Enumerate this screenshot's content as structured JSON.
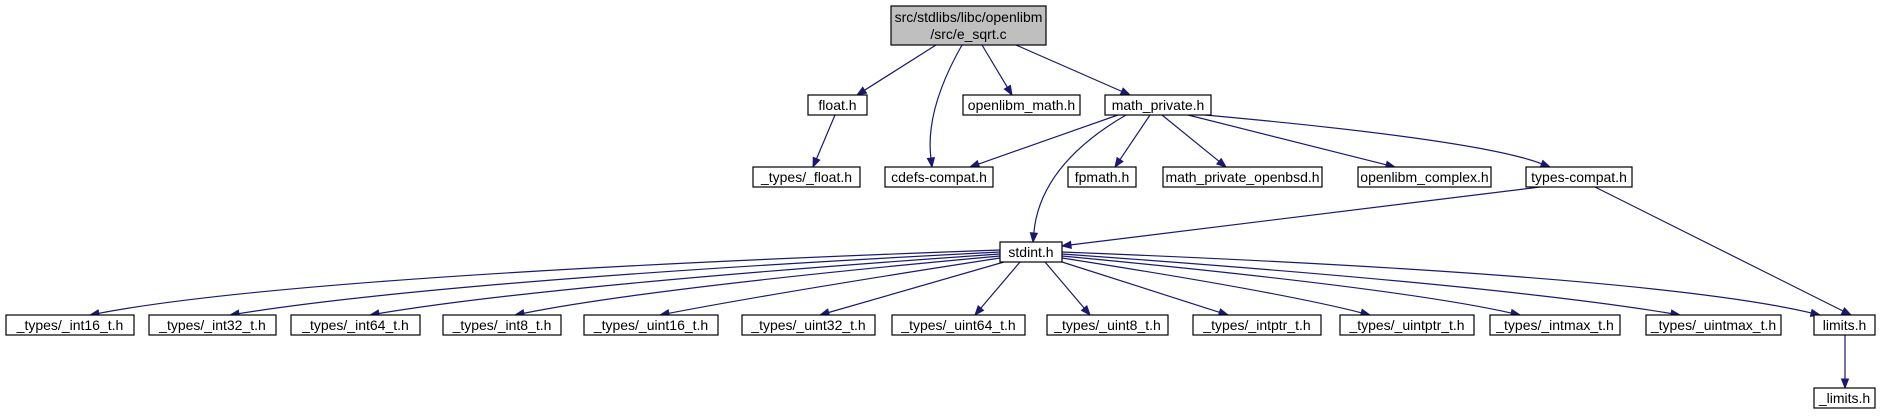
{
  "diagram": {
    "type": "include-dependency-graph",
    "colors": {
      "edge": "#191970",
      "root_fill": "#bfbfbf",
      "node_fill": "#ffffff",
      "node_stroke": "#000000"
    },
    "nodes": [
      {
        "id": "root",
        "lines": [
          "src/stdlibs/libc/openlibm",
          "/src/e_sqrt.c"
        ],
        "root": true
      },
      {
        "id": "float_h",
        "lines": [
          "float.h"
        ]
      },
      {
        "id": "openlibm_math_h",
        "lines": [
          "openlibm_math.h"
        ]
      },
      {
        "id": "math_private_h",
        "lines": [
          "math_private.h"
        ]
      },
      {
        "id": "types_float_h",
        "lines": [
          "_types/_float.h"
        ]
      },
      {
        "id": "cdefs_compat_h",
        "lines": [
          "cdefs-compat.h"
        ]
      },
      {
        "id": "fpmath_h",
        "lines": [
          "fpmath.h"
        ]
      },
      {
        "id": "math_private_openbsd_h",
        "lines": [
          "math_private_openbsd.h"
        ]
      },
      {
        "id": "openlibm_complex_h",
        "lines": [
          "openlibm_complex.h"
        ]
      },
      {
        "id": "types_compat_h",
        "lines": [
          "types-compat.h"
        ]
      },
      {
        "id": "stdint_h",
        "lines": [
          "stdint.h"
        ]
      },
      {
        "id": "int16_t_h",
        "lines": [
          "_types/_int16_t.h"
        ]
      },
      {
        "id": "int32_t_h",
        "lines": [
          "_types/_int32_t.h"
        ]
      },
      {
        "id": "int64_t_h",
        "lines": [
          "_types/_int64_t.h"
        ]
      },
      {
        "id": "int8_t_h",
        "lines": [
          "_types/_int8_t.h"
        ]
      },
      {
        "id": "uint16_t_h",
        "lines": [
          "_types/_uint16_t.h"
        ]
      },
      {
        "id": "uint32_t_h",
        "lines": [
          "_types/_uint32_t.h"
        ]
      },
      {
        "id": "uint64_t_h",
        "lines": [
          "_types/_uint64_t.h"
        ]
      },
      {
        "id": "uint8_t_h",
        "lines": [
          "_types/_uint8_t.h"
        ]
      },
      {
        "id": "intptr_t_h",
        "lines": [
          "_types/_intptr_t.h"
        ]
      },
      {
        "id": "uintptr_t_h",
        "lines": [
          "_types/_uintptr_t.h"
        ]
      },
      {
        "id": "intmax_t_h",
        "lines": [
          "_types/_intmax_t.h"
        ]
      },
      {
        "id": "uintmax_t_h",
        "lines": [
          "_types/_uintmax_t.h"
        ]
      },
      {
        "id": "limits_h",
        "lines": [
          "limits.h"
        ]
      },
      {
        "id": "limits_limits_h",
        "lines": [
          "_limits.h"
        ]
      }
    ],
    "edges": [
      [
        "root",
        "float_h"
      ],
      [
        "root",
        "cdefs_compat_h"
      ],
      [
        "root",
        "openlibm_math_h"
      ],
      [
        "root",
        "math_private_h"
      ],
      [
        "float_h",
        "types_float_h"
      ],
      [
        "math_private_h",
        "cdefs_compat_h"
      ],
      [
        "math_private_h",
        "stdint_h"
      ],
      [
        "math_private_h",
        "fpmath_h"
      ],
      [
        "math_private_h",
        "math_private_openbsd_h"
      ],
      [
        "math_private_h",
        "openlibm_complex_h"
      ],
      [
        "math_private_h",
        "types_compat_h"
      ],
      [
        "types_compat_h",
        "stdint_h"
      ],
      [
        "types_compat_h",
        "limits_h"
      ],
      [
        "stdint_h",
        "int16_t_h"
      ],
      [
        "stdint_h",
        "int32_t_h"
      ],
      [
        "stdint_h",
        "int64_t_h"
      ],
      [
        "stdint_h",
        "int8_t_h"
      ],
      [
        "stdint_h",
        "uint16_t_h"
      ],
      [
        "stdint_h",
        "uint32_t_h"
      ],
      [
        "stdint_h",
        "uint64_t_h"
      ],
      [
        "stdint_h",
        "uint8_t_h"
      ],
      [
        "stdint_h",
        "intptr_t_h"
      ],
      [
        "stdint_h",
        "uintptr_t_h"
      ],
      [
        "stdint_h",
        "intmax_t_h"
      ],
      [
        "stdint_h",
        "uintmax_t_h"
      ],
      [
        "stdint_h",
        "limits_h"
      ],
      [
        "limits_h",
        "limits_limits_h"
      ]
    ]
  }
}
